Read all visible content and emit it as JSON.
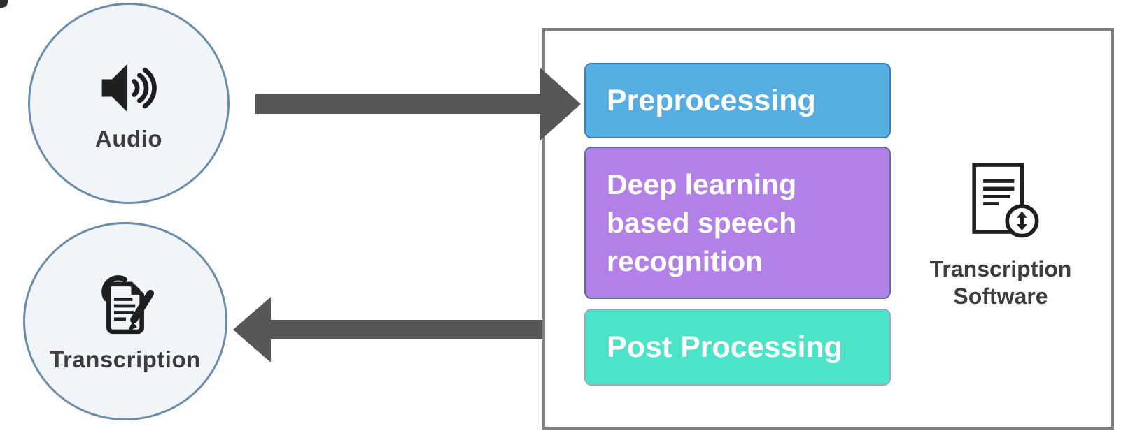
{
  "nodes": {
    "audio": {
      "label": "Audio",
      "icon": "speaker-icon"
    },
    "transcription": {
      "label": "Transcription",
      "icon": "document-pencil-icon"
    }
  },
  "pipeline": {
    "steps": [
      {
        "label": "Preprocessing",
        "bg": "#55ade2",
        "border": "#3b7cba"
      },
      {
        "label": "Deep learning based speech recognition",
        "bg": "#b181e8",
        "border": "#5d6b9e"
      },
      {
        "label": "Post Processing",
        "bg": "#4ce4c9",
        "border": "#9da6c8"
      }
    ],
    "software": {
      "label": "Transcription Software",
      "icon": "document-export-icon"
    }
  },
  "colors": {
    "node_fill": "#f1f5f9",
    "node_border": "#6b8cab",
    "label_text": "#3d3d3d",
    "step_text": "#ffffff",
    "container_border": "#7e7e7e",
    "arrow": "#565759",
    "icon": "#1f1f1f"
  }
}
